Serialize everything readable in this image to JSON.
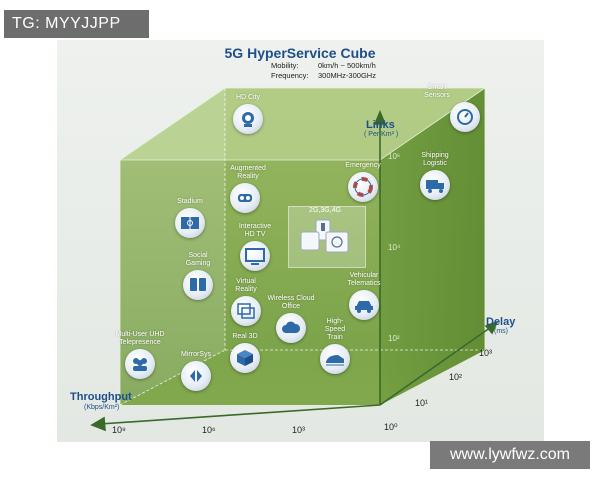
{
  "watermark_top": "TG: MYYJJPP",
  "watermark_bottom": "www.lywfwz.com",
  "title": "5G HyperService Cube",
  "specs": {
    "mobility_label": "Mobility:",
    "mobility_value": "0km/h ~ 500km/h",
    "frequency_label": "Frequency:",
    "frequency_value": "300MHz-300GHz"
  },
  "axes": {
    "links": {
      "label": "Links",
      "unit": "( Per Km² )",
      "ticks": [
        "10⁶",
        "10⁴",
        "10²"
      ]
    },
    "delay": {
      "label": "Delay",
      "unit": "(ms)",
      "ticks": [
        "10³",
        "10²",
        "10¹",
        "10⁰"
      ]
    },
    "throughput": {
      "label": "Throughput",
      "unit": "(Kbps/Km²)",
      "ticks": [
        "10⁹",
        "10⁶",
        "10³"
      ]
    }
  },
  "center": {
    "label": "2G,3G,4G"
  },
  "services": [
    {
      "name": "hd-city",
      "label": "HD City",
      "icon": "camera-icon"
    },
    {
      "name": "smart-sensors",
      "label": "Smart Sensors",
      "icon": "gauge-icon"
    },
    {
      "name": "augmented-reality",
      "label": "Augmented Reality",
      "icon": "headset-icon"
    },
    {
      "name": "emergency",
      "label": "Emergency",
      "icon": "lifebuoy-icon"
    },
    {
      "name": "shipping-logistic",
      "label": "Shipping Logistic",
      "icon": "truck-icon"
    },
    {
      "name": "stadium",
      "label": "Stadium",
      "icon": "stadium-icon"
    },
    {
      "name": "interactive-hd-tv",
      "label": "Interactive HD TV",
      "icon": "tv-icon"
    },
    {
      "name": "social-gaming",
      "label": "Social Gaming",
      "icon": "tablets-icon"
    },
    {
      "name": "virtual-reality",
      "label": "Virtual Reality",
      "icon": "vr-icon"
    },
    {
      "name": "vehicular-telematics",
      "label": "Vehicular Telematics",
      "icon": "car-icon"
    },
    {
      "name": "wireless-cloud-office",
      "label": "Wireless Cloud Office",
      "icon": "cloud-icon"
    },
    {
      "name": "multi-user-uhd",
      "label": "Multi-User UHD Telepresence",
      "icon": "people-icon"
    },
    {
      "name": "real-3d",
      "label": "Real 3D",
      "icon": "cube-icon"
    },
    {
      "name": "high-speed-train",
      "label": "High-Speed Train",
      "icon": "train-icon"
    },
    {
      "name": "mirrorsys",
      "label": "MirrorSys",
      "icon": "mirror-icon"
    }
  ]
}
